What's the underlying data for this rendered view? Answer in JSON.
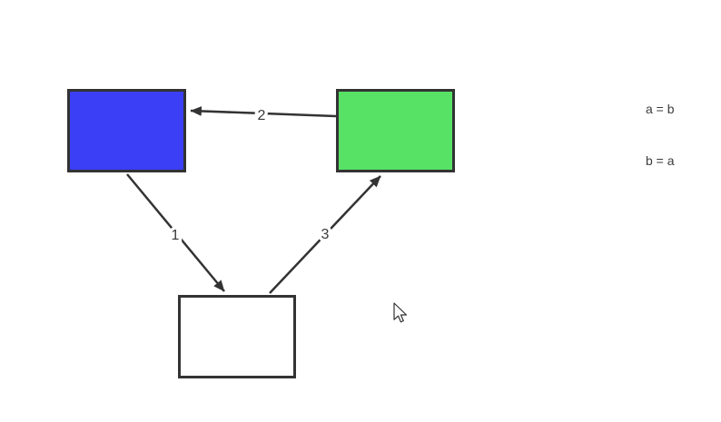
{
  "diagram": {
    "background": "#ffffff",
    "stroke_color": "#333333",
    "nodes": {
      "blue": {
        "name": "blue-node",
        "fill": "#3b3ff5"
      },
      "green": {
        "name": "green-node",
        "fill": "#57e266"
      },
      "white": {
        "name": "white-node",
        "fill": "#ffffff"
      }
    },
    "edges": [
      {
        "label": "1",
        "from": "blue-node",
        "to": "white-node"
      },
      {
        "label": "2",
        "from": "green-node",
        "to": "blue-node"
      },
      {
        "label": "3",
        "from": "white-node",
        "to": "green-node"
      }
    ]
  },
  "annotation": {
    "line1": "a = b",
    "line2": "b = a"
  }
}
